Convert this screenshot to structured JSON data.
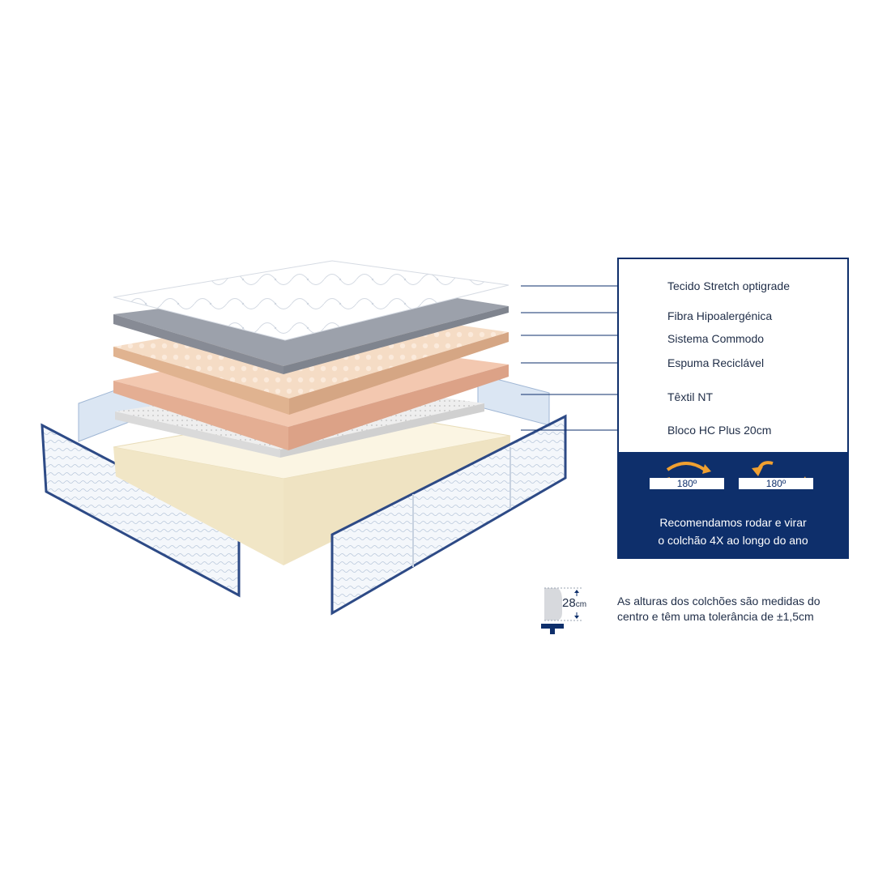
{
  "layers": [
    {
      "label": "Tecido Stretch optigrade"
    },
    {
      "label": "Fibra Hipoalergénica"
    },
    {
      "label": "Sistema Commodo"
    },
    {
      "label": "Espuma Reciclável"
    },
    {
      "label": "Têxtil NT"
    },
    {
      "label": "Bloco HC Plus 20cm"
    }
  ],
  "rotation": {
    "rotate_label": "180º",
    "flip_label": "180º",
    "recommendation_line1": "Recomendamos rodar e virar",
    "recommendation_line2": "o colchão 4X ao longo do ano"
  },
  "height": {
    "value": "28",
    "unit": "cm",
    "note_line1": "As alturas dos colchões são medidas do",
    "note_line2": "centro e têm uma tolerância de ±1,5cm"
  },
  "colors": {
    "navy": "#0e2f6b",
    "orange": "#f0a030",
    "foam_top": "#f2c9b0",
    "cream": "#f7efd8"
  }
}
